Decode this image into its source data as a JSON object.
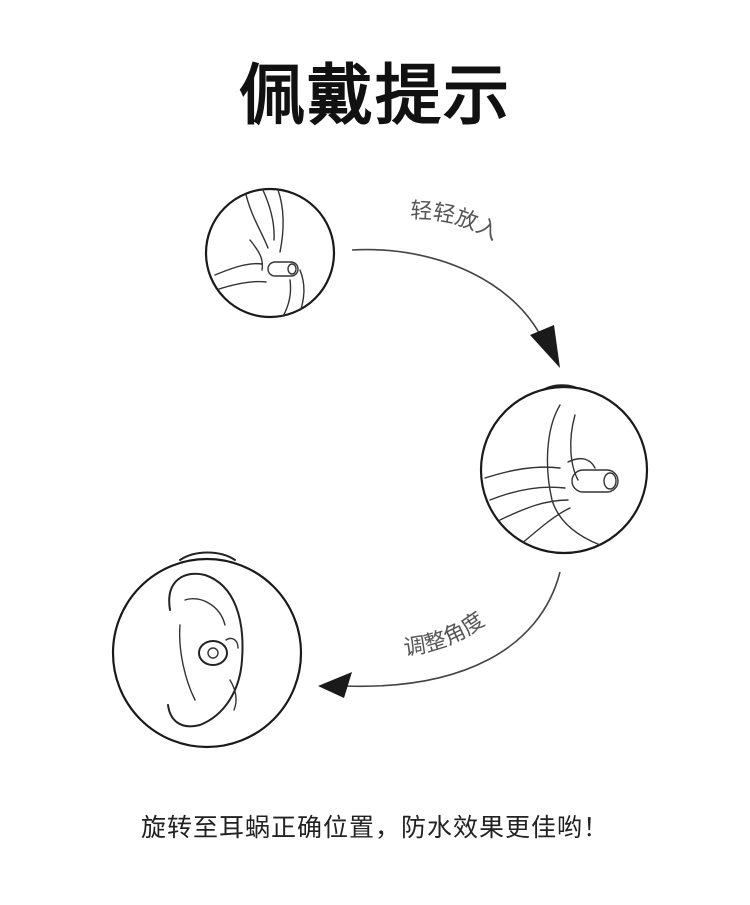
{
  "title": "佩戴提示",
  "steps": [
    {
      "label": "轻轻放入"
    },
    {
      "label": "调整角度"
    }
  ],
  "caption": "旋转至耳蜗正确位置，防水效果更佳哟！",
  "colors": {
    "ink": "#222222",
    "background": "#ffffff"
  }
}
